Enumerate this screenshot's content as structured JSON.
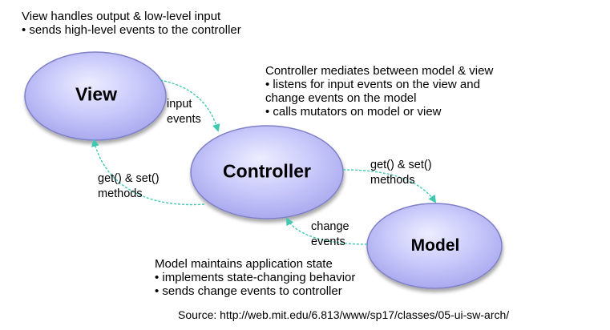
{
  "nodes": {
    "view": {
      "label": "View"
    },
    "controller": {
      "label": "Controller"
    },
    "model": {
      "label": "Model"
    }
  },
  "edges": {
    "view_to_controller": {
      "line1": "input",
      "line2": "events"
    },
    "controller_to_view": {
      "line1": "get() & set()",
      "line2": "methods"
    },
    "controller_to_model": {
      "line1": "get() & set()",
      "line2": "methods"
    },
    "model_to_controller": {
      "line1": "change",
      "line2": "events"
    }
  },
  "notes": {
    "view": [
      "View handles output & low-level input",
      "• sends high-level events to the controller"
    ],
    "controller": [
      "Controller mediates between model & view",
      "• listens for input events on the view and",
      "change events on the model",
      "• calls mutators on model or view"
    ],
    "model": [
      "Model maintains application state",
      "• implements state-changing behavior",
      "• sends change events to controller"
    ]
  },
  "source": "Source: http://web.mit.edu/6.813/www/sp17/classes/05-ui-sw-arch/",
  "colors": {
    "node_fill_light": "#ededff",
    "node_fill_mid": "#c9c9fb",
    "node_fill_dark": "#a7a7ee",
    "node_stroke": "#8080c8",
    "arrow": "#3fc9b2"
  }
}
